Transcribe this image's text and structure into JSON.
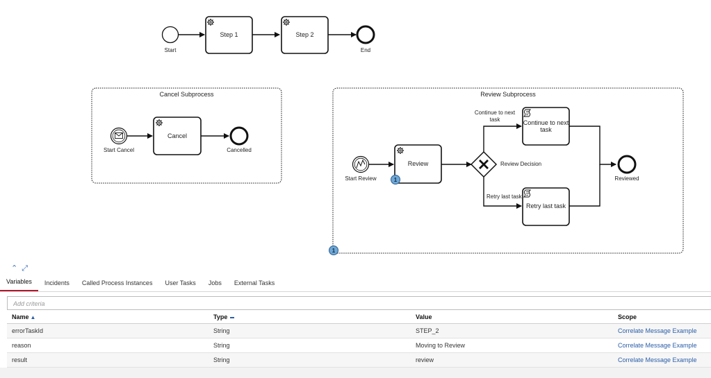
{
  "diagram": {
    "main": {
      "start": "Start",
      "step1": "Step 1",
      "step2": "Step 2",
      "end": "End"
    },
    "cancel_subprocess": {
      "title": "Cancel Subprocess",
      "start": "Start Cancel",
      "task": "Cancel",
      "end": "Cancelled"
    },
    "review_subprocess": {
      "title": "Review Subprocess",
      "start": "Start Review",
      "task": "Review",
      "gateway": "Review Decision",
      "flow_continue": [
        "Continue to next",
        "task"
      ],
      "flow_retry": "Retry last task",
      "task_continue": [
        "Continue to next",
        "task"
      ],
      "task_retry": "Retry last task",
      "end": "Reviewed",
      "badge_review": "1",
      "badge_subprocess": "1"
    }
  },
  "toolbar": {
    "collapse_icon": "chevron-up-icon",
    "expand_icon": "expand-arrows-icon"
  },
  "tabs": [
    {
      "label": "Variables",
      "active": true
    },
    {
      "label": "Incidents"
    },
    {
      "label": "Called Process Instances"
    },
    {
      "label": "User Tasks"
    },
    {
      "label": "Jobs"
    },
    {
      "label": "External Tasks"
    }
  ],
  "filter": {
    "placeholder": "Add criteria"
  },
  "table": {
    "headers": {
      "name": "Name",
      "type": "Type",
      "value": "Value",
      "scope": "Scope"
    },
    "rows": [
      {
        "name": "errorTaskId",
        "type": "String",
        "value": "STEP_2",
        "scope": "Correlate Message Example"
      },
      {
        "name": "reason",
        "type": "String",
        "value": "Moving to Review",
        "scope": "Correlate Message Example"
      },
      {
        "name": "result",
        "type": "String",
        "value": "review",
        "scope": "Correlate Message Example"
      }
    ]
  },
  "colors": {
    "accent_tab": "#b5152b",
    "link": "#2b5ea7",
    "badge": "#6fa8d6"
  }
}
